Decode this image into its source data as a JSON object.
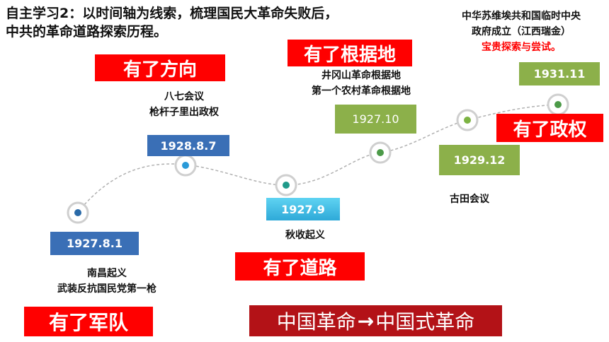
{
  "title": "自主学习2：以时间轴为线索，梳理国民大革命失败后，中共的革命道路探索历程。",
  "labels": {
    "direction": "有了方向",
    "base": "有了根据地",
    "road": "有了道路",
    "army": "有了军队",
    "regime": "有了政权"
  },
  "summary": {
    "left": "中国革命",
    "arrow": "→",
    "right": "中国式革命"
  },
  "events": {
    "nanchang": {
      "date": "1927.8.1",
      "line1": "南昌起义",
      "line2": "武装反抗国民党第一枪"
    },
    "bayi": {
      "date": "1928.8.7",
      "line1": "八七会议",
      "line2": "枪杆子里出政权"
    },
    "qiushou": {
      "date": "1927.9",
      "line1": "秋收起义"
    },
    "jinggangshan": {
      "date": "1927.10",
      "line1": "井冈山革命根据地",
      "line2": "第一个农村革命根据地"
    },
    "gutian": {
      "date": "1929.12",
      "line1": "古田会议"
    },
    "ruijin": {
      "date": "1931.11",
      "line1": "中华苏维埃共和国临时中央",
      "line2": "政府成立（江西瑞金）",
      "line3": "宝贵探索与尝试。"
    }
  },
  "colors": {
    "red": "#ff0000",
    "blue": "#3a6fb6",
    "green": "#8cb04a",
    "cyan": "#2ea9d8",
    "dark_red": "#b31217"
  }
}
